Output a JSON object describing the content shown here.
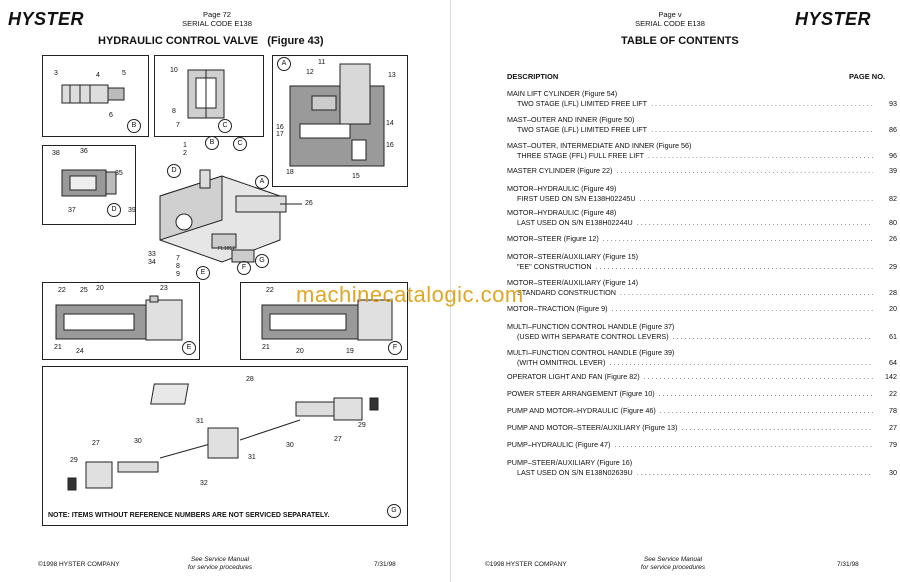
{
  "left": {
    "brand": "HYSTER",
    "page_label": "Page 72",
    "serial": "SERIAL CODE E138",
    "title": "HYDRAULIC CONTROL VALVE",
    "figure": "(Figure 43)",
    "callouts": {
      "b": [
        "3",
        "4",
        "5",
        "6"
      ],
      "c": [
        "10",
        "8",
        "7"
      ],
      "a": [
        "11",
        "12",
        "13",
        "14",
        "16",
        "17",
        "18",
        "15",
        "16"
      ],
      "d": [
        "38",
        "36",
        "35",
        "37"
      ],
      "main": [
        "1",
        "2",
        "39",
        "26",
        "33",
        "34",
        "7",
        "8",
        "9"
      ],
      "e": [
        "22",
        "25",
        "20",
        "23",
        "21",
        "24"
      ],
      "f": [
        "22",
        "21",
        "20",
        "19"
      ],
      "exploded": [
        "28",
        "31",
        "27",
        "30",
        "29",
        "32",
        "31",
        "30",
        "27",
        "29"
      ]
    },
    "view_letters": [
      "A",
      "B",
      "C",
      "D",
      "E",
      "F",
      "G"
    ],
    "fig_code": "FL1057",
    "note": "NOTE:  ITEMS WITHOUT REFERENCE NUMBERS ARE NOT SERVICED SEPARATELY.",
    "footer_left": "©1998 HYSTER COMPANY",
    "footer_center_1": "See Service Manual",
    "footer_center_2": "for service procedures",
    "footer_right": "7/31/98"
  },
  "right": {
    "brand": "HYSTER",
    "page_label": "Page v",
    "serial": "SERIAL CODE E138",
    "title": "TABLE OF CONTENTS",
    "col_desc": "DESCRIPTION",
    "col_page": "PAGE NO.",
    "entries": [
      {
        "l1": "MAIN LIFT CYLINDER    (Figure 54)",
        "l2": "TWO STAGE (LFL) LIMITED FREE LIFT",
        "pg": "93"
      },
      {
        "l1": "MAST–OUTER AND INNER    (Figure 50)",
        "l2": "TWO STAGE (LFL) LIMITED FREE LIFT",
        "pg": "86"
      },
      {
        "l1": "MAST–OUTER, INTERMEDIATE AND INNER    (Figure 56)",
        "l2": "THREE STAGE (FFL) FULL FREE LIFT",
        "pg": "96"
      },
      {
        "l1": "MASTER CYLINDER    (Figure 22)",
        "l2": "",
        "pg": "39"
      },
      {
        "l1": "MOTOR–HYDRAULIC    (Figure 49)",
        "l2": "FIRST USED ON S/N E138H02245U",
        "pg": "82"
      },
      {
        "l1": "MOTOR–HYDRAULIC    (Figure 48)",
        "l2": "LAST USED ON S/N E138H02244U",
        "pg": "80"
      },
      {
        "l1": "MOTOR–STEER    (Figure 12)",
        "l2": "",
        "pg": "26"
      },
      {
        "l1": "MOTOR–STEER/AUXILIARY    (Figure 15)",
        "l2": "\"EE\" CONSTRUCTION",
        "pg": "29"
      },
      {
        "l1": "MOTOR–STEER/AUXILIARY    (Figure 14)",
        "l2": "STANDARD CONSTRUCTION",
        "pg": "28"
      },
      {
        "l1": "MOTOR–TRACTION    (Figure 9)",
        "l2": "",
        "pg": "20"
      },
      {
        "l1": "MULTI–FUNCTION CONTROL HANDLE    (Figure 37)",
        "l2": "(USED WITH SEPARATE CONTROL LEVERS)",
        "pg": "61"
      },
      {
        "l1": "MULTI–FUNCTION CONTROL HANDLE    (Figure 39)",
        "l2": "(WITH OMNITROL LEVER)",
        "pg": "64"
      },
      {
        "l1": "OPERATOR LIGHT AND FAN    (Figure 82)",
        "l2": "",
        "pg": "142"
      },
      {
        "l1": "POWER STEER ARRANGEMENT    (Figure 10)",
        "l2": "",
        "pg": "22"
      },
      {
        "l1": "PUMP AND MOTOR–HYDRAULIC    (Figure 46)",
        "l2": "",
        "pg": "78"
      },
      {
        "l1": "PUMP AND MOTOR–STEER/AUXILIARY    (Figure 13)",
        "l2": "",
        "pg": "27"
      },
      {
        "l1": "PUMP–HYDRAULIC    (Figure 47)",
        "l2": "",
        "pg": "79"
      },
      {
        "l1": "PUMP–STEER/AUXILIARY    (Figure 16)",
        "l2": "LAST USED ON S/N E138N02639U",
        "pg": "30"
      }
    ],
    "footer_left": "©1998 HYSTER COMPANY",
    "footer_center_1": "See Service Manual",
    "footer_center_2": "for service procedures",
    "footer_right": "7/31/98"
  },
  "watermark": "machinecatalogic.com"
}
